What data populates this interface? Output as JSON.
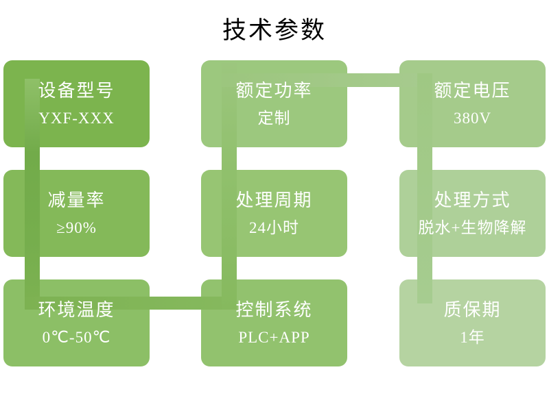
{
  "slide": {
    "title": "技术参数",
    "background_color": "#ffffff",
    "title_color": "#000000",
    "text_color": "#ffffff"
  },
  "nodes": [
    {
      "label": "设备型号",
      "value": "YXF-XXX",
      "color": "#7cb44e",
      "sequence": 1
    },
    {
      "label": "额定功率",
      "value": "定制",
      "color": "#9cc87e",
      "sequence": 6
    },
    {
      "label": "额定电压",
      "value": "380V",
      "color": "#a5cb8b",
      "sequence": 7
    },
    {
      "label": "减量率",
      "value": "≥90%",
      "color": "#84b959",
      "sequence": 2
    },
    {
      "label": "处理周期",
      "value": "24小时",
      "color": "#97c573",
      "sequence": 5
    },
    {
      "label": "处理方式",
      "value": "脱水+生物降解",
      "color": "#aed099",
      "sequence": 8
    },
    {
      "label": "环境温度",
      "value": "0℃-50℃",
      "color": "#8cbf66",
      "sequence": 3
    },
    {
      "label": "控制系统",
      "value": "PLC+APP",
      "color": "#92c26e",
      "sequence": 4
    },
    {
      "label": "质保期",
      "value": "1年",
      "color": "#b5d3a1",
      "sequence": 9
    }
  ],
  "connector": {
    "order": [
      "设备型号",
      "减量率",
      "环境温度",
      "控制系统",
      "处理周期",
      "额定功率",
      "额定电压",
      "处理方式",
      "质保期"
    ],
    "start_color": "#72ab4a",
    "end_color": "#a6cc90"
  }
}
